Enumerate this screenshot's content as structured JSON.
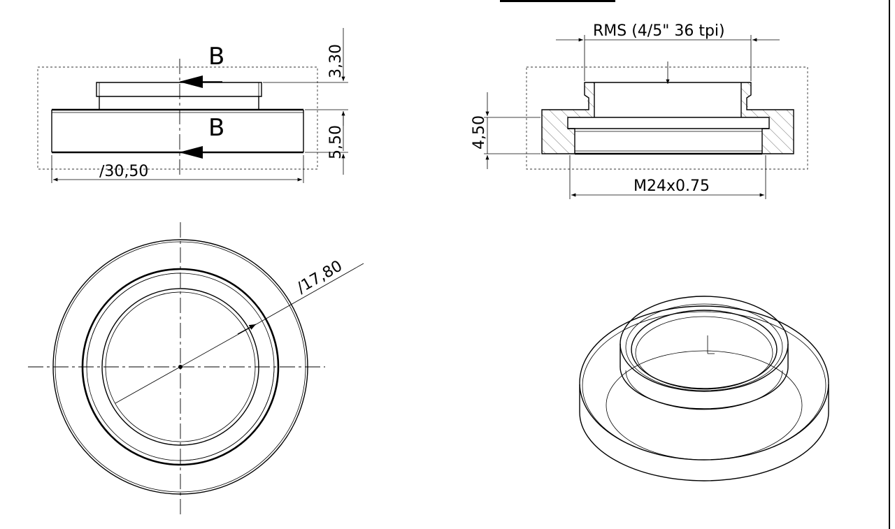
{
  "dimensions": {
    "diameter_outer": "∕30,50",
    "height_top": "3,30",
    "height_bottom": "5,50",
    "rms_thread": "RMS (4/5\" 36 tpi)",
    "section_height": "4,50",
    "metric_thread": "M24x0.75",
    "diameter_inner": "∕17,80"
  },
  "section_markers": {
    "top": "B",
    "bottom": "B"
  },
  "colors": {
    "line": "#000000",
    "background": "#ffffff"
  }
}
